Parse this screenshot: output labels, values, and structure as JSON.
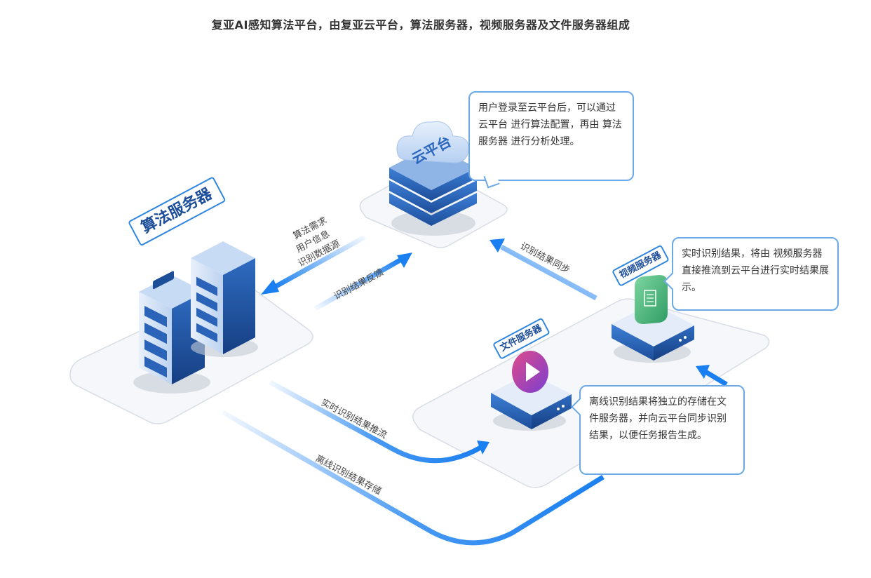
{
  "header": {
    "title": "复亚AI感知算法平台，由复亚云平台，算法服务器，视频服务器及文件服务器组成"
  },
  "nodes": {
    "cloud": {
      "label": "云平台"
    },
    "algo": {
      "label": "算法服务器"
    },
    "video": {
      "label": "视频服务器"
    },
    "file": {
      "label": "文件服务器"
    }
  },
  "bubbles": {
    "cloud_note": "用户登录至云平台后，可以通过 云平台 进行算法配置，再由 算法服务器 进行分析处理。",
    "video_note": "实时识别结果，将由 视频服务器 直接推流到云平台进行实时结果展示。",
    "file_note": "离线识别结果将独立的存储在文件服务器，并向云平台同步识别结果，以便任务报告生成。"
  },
  "flows": {
    "to_algo": [
      "算法需求",
      "用户信息",
      "识别数据源"
    ],
    "feedback": "识别结果反馈",
    "sync": "识别结果同步",
    "realtime": "实时识别结果推流",
    "offline": "离线识别结果存储"
  },
  "colors": {
    "accent": "#1a7ff0",
    "dark_blue": "#1d4e9a",
    "platform": "#f5f7fa",
    "border": "#6aa8e6"
  }
}
